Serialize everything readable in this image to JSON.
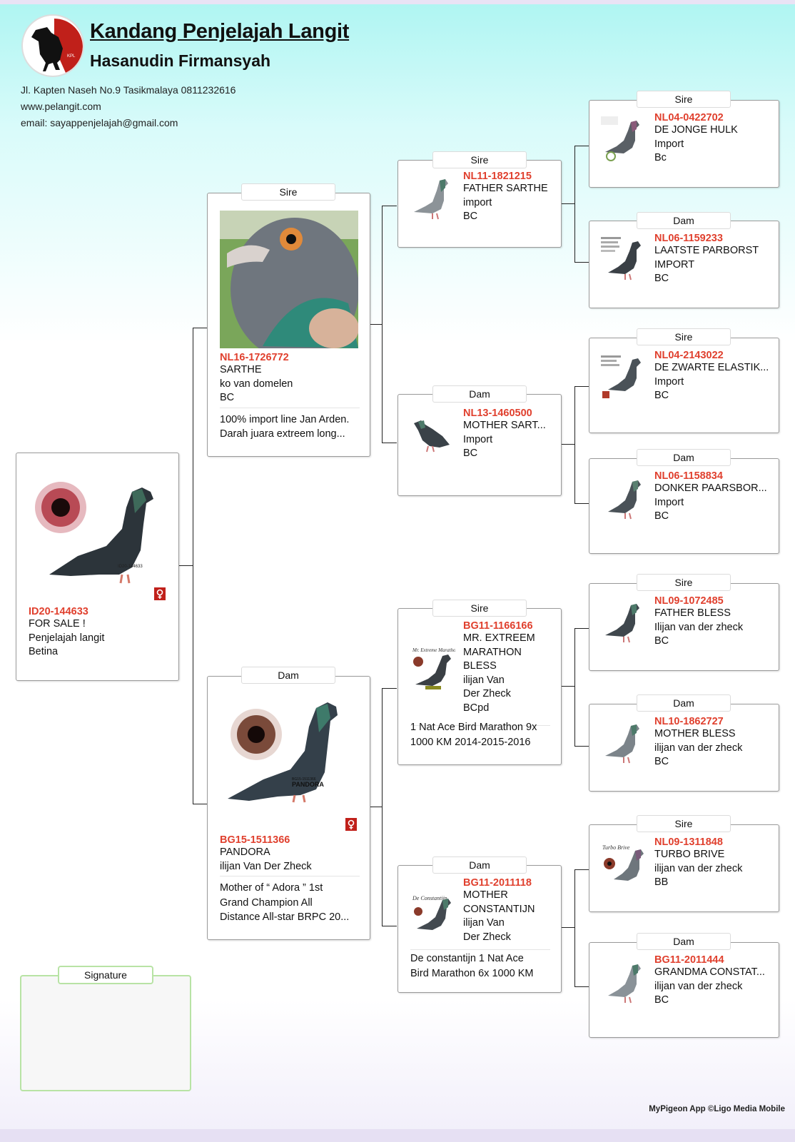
{
  "header": {
    "title": "Kandang Penjelajah Langit",
    "owner": "Hasanudin Firmansyah",
    "address": "Jl. Kapten Naseh No.9 Tasikmalaya 0811232616",
    "website": "www.pelangit.com",
    "email": "email: sayappenjelajah@gmail.com"
  },
  "colors": {
    "ring": "#e0402e",
    "accent_bg": "#aef5f2",
    "signature_border": "#b8e3a5"
  },
  "subject": {
    "ring": "ID20-144633",
    "lines": [
      "FOR SALE !",
      "Penjelajah langit",
      "Betina"
    ],
    "photo_caption": "ID20-144633",
    "gender_icon": "female-icon"
  },
  "gen1": {
    "sire": {
      "tag": "Sire",
      "ring": "NL16-1726772",
      "lines": [
        "SARTHE",
        "ko van domelen",
        "BC"
      ],
      "notes": [
        "100% import line Jan Arden.",
        "Darah juara extreem long..."
      ]
    },
    "dam": {
      "tag": "Dam",
      "ring": "BG15-1511366",
      "lines": [
        "PANDORA",
        "ilijan Van Der Zheck"
      ],
      "notes": [
        "Mother of “ Adora ” 1st",
        "Grand Champion All",
        "Distance All-star BRPC 20..."
      ],
      "photo_caption": "PANDORA",
      "photo_ring": "BG15-1511366",
      "gender_icon": "female-icon"
    }
  },
  "gen2": {
    "ss": {
      "tag": "Sire",
      "ring": "NL11-1821215",
      "lines": [
        "FATHER SARTHE",
        "import",
        "BC"
      ]
    },
    "sd": {
      "tag": "Dam",
      "ring": "NL13-1460500",
      "lines": [
        "MOTHER SART...",
        "Import",
        "BC"
      ]
    },
    "ds": {
      "tag": "Sire",
      "ring": "BG11-1166166",
      "lines": [
        "MR. EXTREEM",
        "MARATHON",
        "BLESS",
        "ilijan Van",
        "Der Zheck",
        "BCpd"
      ],
      "notes": [
        "1 Nat Ace Bird Marathon 9x",
        "1000 KM 2014-2015-2016"
      ],
      "photo_caption": "Mr. Extreme Marathon Bless"
    },
    "dd": {
      "tag": "Dam",
      "ring": "BG11-2011118",
      "lines": [
        "MOTHER",
        "CONSTANTIJN",
        "ilijan Van",
        "Der Zheck"
      ],
      "notes": [
        "De constantijn 1 Nat Ace",
        "Bird Marathon 6x 1000 KM"
      ],
      "photo_caption": "De Constantijn"
    }
  },
  "gen3": [
    {
      "tag": "Sire",
      "ring": "NL04-0422702",
      "lines": [
        "DE JONGE HULK",
        "Import",
        "Bc"
      ]
    },
    {
      "tag": "Dam",
      "ring": "NL06-1159233",
      "lines": [
        "LAATSTE PARBORST",
        "IMPORT",
        "BC"
      ]
    },
    {
      "tag": "Sire",
      "ring": "NL04-2143022",
      "lines": [
        "DE ZWARTE ELASTIK...",
        "Import",
        "BC"
      ]
    },
    {
      "tag": "Dam",
      "ring": "NL06-1158834",
      "lines": [
        "DONKER PAARSBOR...",
        "Import",
        "BC"
      ]
    },
    {
      "tag": "Sire",
      "ring": "NL09-1072485",
      "lines": [
        "FATHER BLESS",
        "Ilijan van der zheck",
        "BC"
      ]
    },
    {
      "tag": "Dam",
      "ring": "NL10-1862727",
      "lines": [
        "MOTHER BLESS",
        "ilijan van der zheck",
        "BC"
      ]
    },
    {
      "tag": "Sire",
      "ring": "NL09-1311848",
      "lines": [
        "TURBO BRIVE",
        "ilijan van der zheck",
        "BB"
      ],
      "photo_caption": "Turbo Brive"
    },
    {
      "tag": "Dam",
      "ring": "BG11-2011444",
      "lines": [
        "GRANDMA CONSTAT...",
        "ilijan van der zheck",
        "BC"
      ]
    }
  ],
  "signature": {
    "label": "Signature"
  },
  "footer": {
    "credit": "MyPigeon App ©Ligo Media Mobile"
  }
}
